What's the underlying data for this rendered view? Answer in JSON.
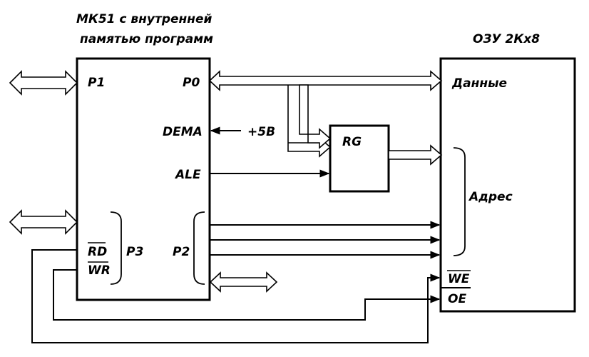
{
  "mcu": {
    "title_line1": "МК51 с внутренней",
    "title_line2": "памятью программ",
    "p1": "P1",
    "p0": "P0",
    "dema": "DEMA",
    "ale": "ALE",
    "p2": "P2",
    "p3": "P3",
    "rd": "RD",
    "wr": "WR"
  },
  "supply": "+5В",
  "register": {
    "label": "RG"
  },
  "ram": {
    "title": "ОЗУ 2Кх8",
    "data": "Данные",
    "address": "Адрес",
    "we": "WE",
    "oe": "OE"
  }
}
